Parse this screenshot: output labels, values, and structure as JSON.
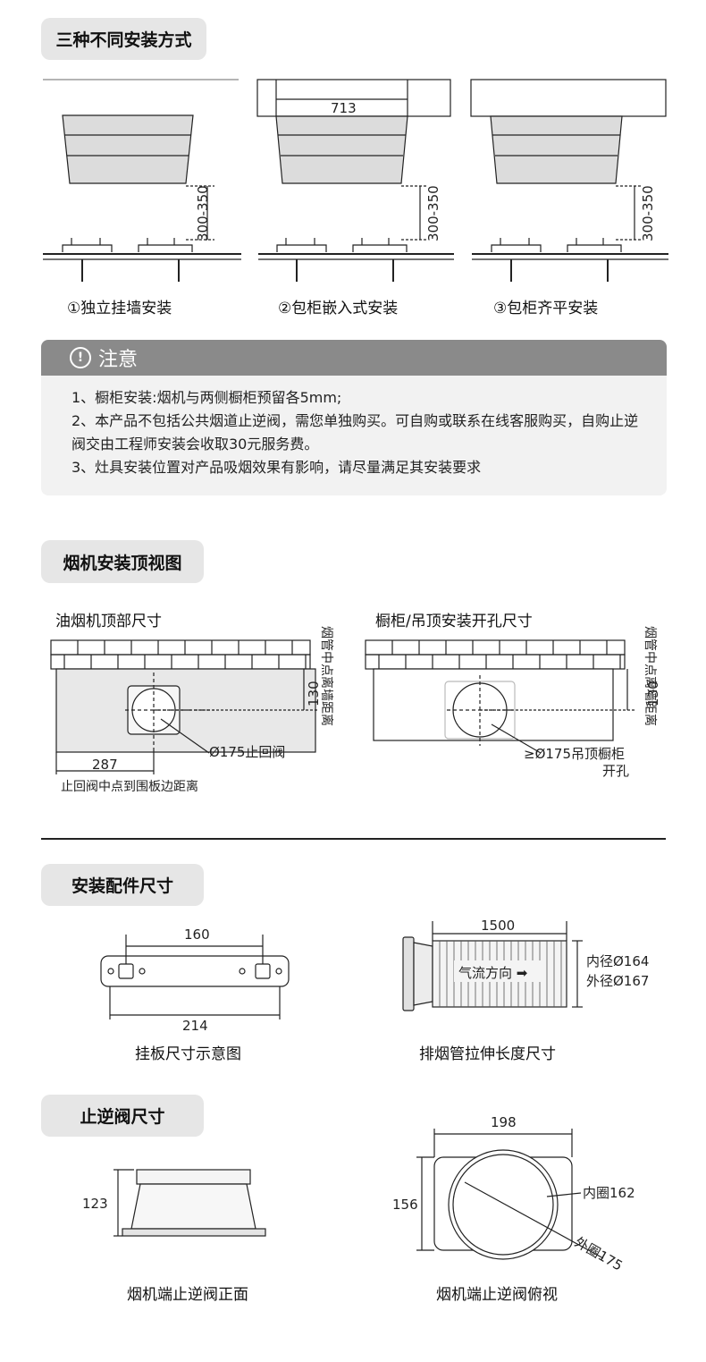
{
  "section1": {
    "title": "三种不同安装方式",
    "dims": {
      "width": "713",
      "height": "300-350"
    },
    "captions": [
      "①独立挂墙安装",
      "②包柜嵌入式安装",
      "③包柜齐平安装"
    ]
  },
  "notice": {
    "title": "注意",
    "icon": "!",
    "items": [
      "1、橱柜安装:烟机与两侧橱柜预留各5mm;",
      "2、本产品不包括公共烟道止逆阀，需您单独购买。可自购或联系在线客服购买，自购止逆阀交由工程师安装会收取30元服务费。",
      "3、灶具安装位置对产品吸烟效果有影响，请尽量满足其安装要求"
    ]
  },
  "section2": {
    "title": "烟机安装顶视图",
    "left": {
      "title": "油烟机顶部尺寸",
      "side_label": "烟管中点离墙距离",
      "dim_130": "130",
      "valve": "Ø175止回阀",
      "dim_287": "287",
      "bottom_label": "止回阀中点到围板边距离"
    },
    "right": {
      "title": "橱柜/吊顶安装开孔尺寸",
      "side_label": "烟管中点离墙距离",
      "dim_130": "130",
      "hole_line1": "≥Ø175吊顶橱柜",
      "hole_line2": "开孔"
    }
  },
  "section3": {
    "title": "安装配件尺寸",
    "plate": {
      "dim_top": "160",
      "dim_bottom": "214",
      "caption": "挂板尺寸示意图"
    },
    "pipe": {
      "dim_top": "1500",
      "airflow": "气流方向",
      "inner": "内径Ø164",
      "outer": "外径Ø167",
      "caption": "排烟管拉伸长度尺寸"
    }
  },
  "section4": {
    "title": "止逆阀尺寸",
    "front": {
      "dim": "123",
      "caption": "烟机端止逆阀正面"
    },
    "top": {
      "dim_w": "198",
      "dim_h": "156",
      "inner": "内圈162",
      "outer": "外圈175",
      "caption": "烟机端止逆阀俯视"
    }
  }
}
